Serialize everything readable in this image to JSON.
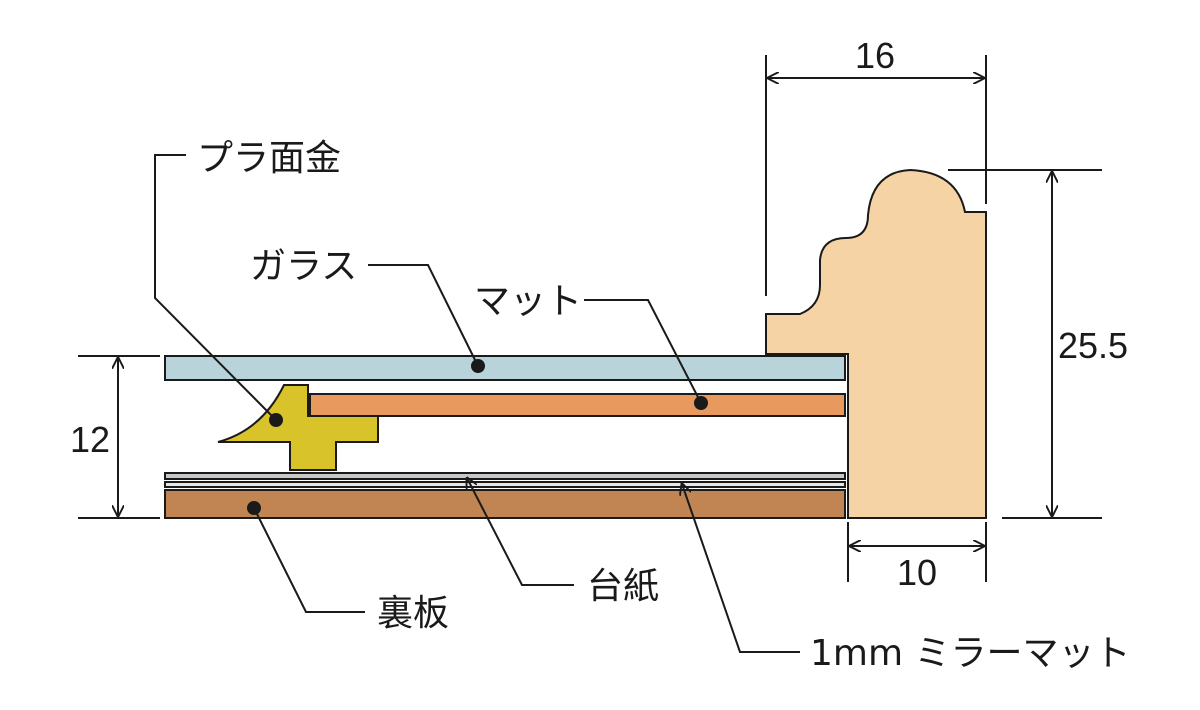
{
  "labels": {
    "pura_menkin": "プラ面金",
    "glass": "ガラス",
    "mat": "マット",
    "daishi": "台紙",
    "urabita": "裏板",
    "mirror_mat": "1mm ミラーマット"
  },
  "dimensions": {
    "frame_width": "16",
    "frame_height": "25.5",
    "rabbet_depth": "12",
    "rabbet_width": "10"
  },
  "colors": {
    "frame": "#f6d3a5",
    "glass": "#b9d3da",
    "mat": "#e89a5e",
    "daishi": "#c8c8c8",
    "mirror_mat": "#e6e6e6",
    "urabita": "#c08552",
    "pura_menkin": "#d8c42a",
    "line": "#1a1a1a"
  }
}
